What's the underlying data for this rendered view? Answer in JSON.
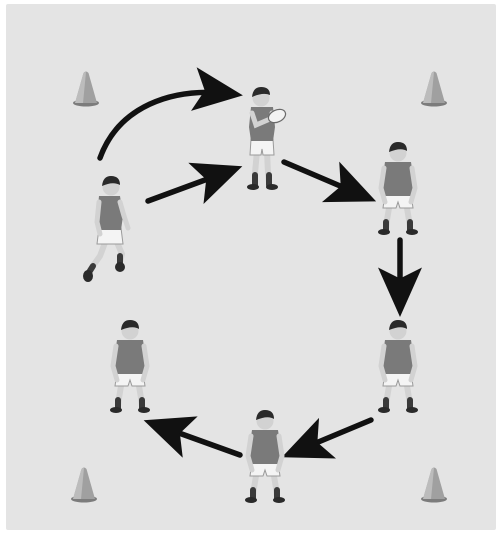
{
  "colors": {
    "background": "#ffffff",
    "field": "#e4e4e4",
    "cone": "#a0a0a0",
    "cone_shadow": "#7c7c7c",
    "arrow": "#111111",
    "shirt": "#7a7a7a",
    "shorts": "#f4f4f4",
    "skin": "#d2d2d2",
    "hair": "#2a2a2a",
    "socks": "#3a3a3a"
  },
  "diagram": {
    "cones": [
      {
        "name": "cone-top-left"
      },
      {
        "name": "cone-top-right"
      },
      {
        "name": "cone-bottom-left"
      },
      {
        "name": "cone-bottom-right"
      }
    ],
    "players": [
      {
        "name": "player-ball-carrier",
        "pose": "running",
        "has_ball": false
      },
      {
        "name": "player-top-center",
        "pose": "holding-ball",
        "has_ball": true
      },
      {
        "name": "player-right-upper",
        "pose": "crouched",
        "has_ball": false
      },
      {
        "name": "player-right-lower",
        "pose": "crouched",
        "has_ball": false
      },
      {
        "name": "player-bottom-center",
        "pose": "crouched",
        "has_ball": false
      },
      {
        "name": "player-left-lower",
        "pose": "crouched",
        "has_ball": false
      }
    ],
    "arrows": [
      {
        "name": "arrow-curved-run",
        "style": "curved"
      },
      {
        "name": "arrow-pass-to-top",
        "style": "straight"
      },
      {
        "name": "arrow-top-to-right",
        "style": "straight"
      },
      {
        "name": "arrow-right-down",
        "style": "straight"
      },
      {
        "name": "arrow-right-to-bottom",
        "style": "straight"
      },
      {
        "name": "arrow-bottom-to-left",
        "style": "straight"
      }
    ]
  }
}
